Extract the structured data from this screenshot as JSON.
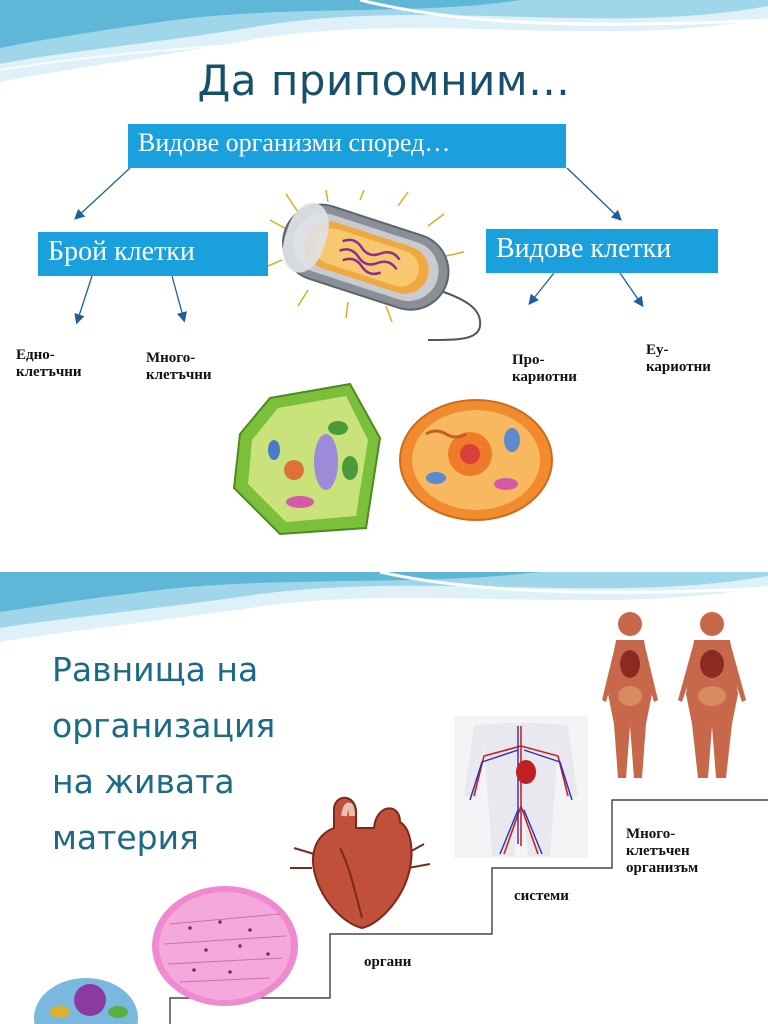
{
  "slide1": {
    "title": "Да припомним…",
    "root_box": "Видове организми според…",
    "left_box": "Брой клетки",
    "right_box": "Видове клетки",
    "left_children": [
      "Едно-\nклетъчни",
      "Много-\nклетъчни"
    ],
    "right_children": [
      "Про-\nкариотни",
      "Еу-\nкариотни"
    ],
    "images": [
      "bacterium-cell",
      "plant-cell",
      "animal-cell"
    ]
  },
  "slide2": {
    "title_lines": [
      "Равнища на",
      "организация",
      "на живата",
      "материя"
    ],
    "steps": [
      "органи",
      "системи",
      "Много-\nклетъчен\nорганизъм"
    ],
    "images": [
      "cell",
      "tissue",
      "heart-organ",
      "circulatory-system",
      "human-bodies"
    ]
  },
  "colors": {
    "box": "#1aa0dc",
    "title1": "#17506b",
    "title2": "#1b6a86",
    "wave": "#7fc7e0"
  }
}
